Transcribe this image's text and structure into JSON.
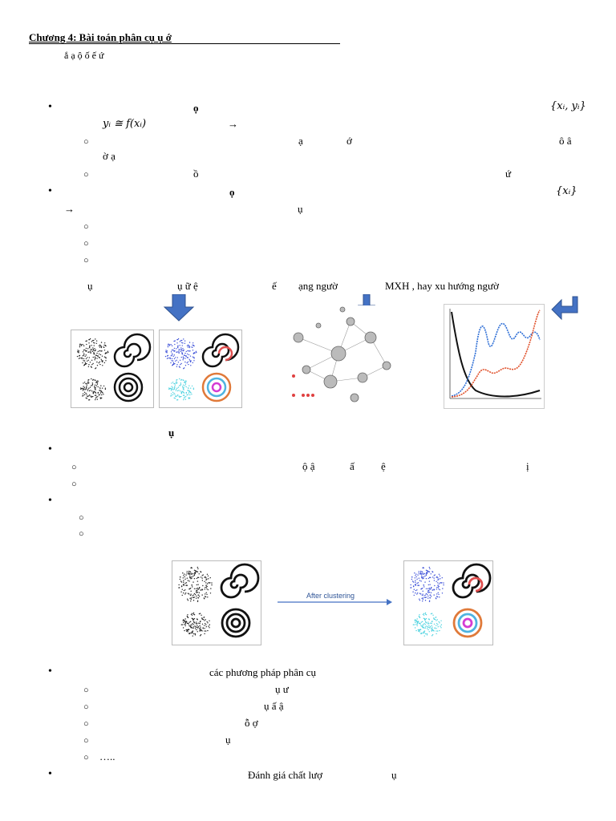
{
  "heading": {
    "title": "Chương 4: Bài toán phân cụ            ụ    ớ",
    "subtitle": "ắ   ạ    ộ   ố    ế     ứ"
  },
  "section1": {
    "bullet1": {
      "frag_o": "ọ",
      "math_pairs": "{xᵢ, yᵢ}",
      "math_fx": "yᵢ ≅ f(xᵢ)",
      "arrow": "→",
      "sub1_a": "ạ",
      "sub1_b": "ớ",
      "sub1_c": "ô   â",
      "sub1_d": "ờ   ạ",
      "sub2_a": "ồ",
      "sub2_b": "ứ"
    },
    "bullet2": {
      "frag_o": "ọ",
      "math_x": "{xᵢ}",
      "arrow": "→",
      "frag_u": "ụ"
    },
    "examples_line": {
      "a": "ụ",
      "b": "ụ   ữ   ệ",
      "c": "ế",
      "d": "ạng ngườ",
      "e": "MXH , hay xu hướng ngườ"
    }
  },
  "section2": {
    "heading": "ụ",
    "sub1_a": "ộ   ậ",
    "sub1_b": "ấ",
    "sub1_c": "ệ",
    "sub1_d": "ị",
    "clustering_label": "After clustering"
  },
  "section3": {
    "bullet": "các phương pháp phân cụ",
    "items": [
      "ụ    ư",
      "ụ          ấ     ậ",
      "ỗ    ợ",
      "ụ",
      "….."
    ],
    "last_bullet": "Đánh giá chất lượ",
    "last_bullet_tail": "ụ"
  },
  "colors": {
    "arrow_blue": "#4472c4",
    "scatter_blue": "#3b4fd8",
    "scatter_cyan": "#4fd3e0",
    "ring_orange": "#e07a3a",
    "ring_magenta": "#d43cd4",
    "curve_blue": "#2f6fd6",
    "curve_red": "#e0502a"
  },
  "icons": [
    "down-arrow-icon",
    "down-arrow-small-icon",
    "return-arrow-icon"
  ]
}
